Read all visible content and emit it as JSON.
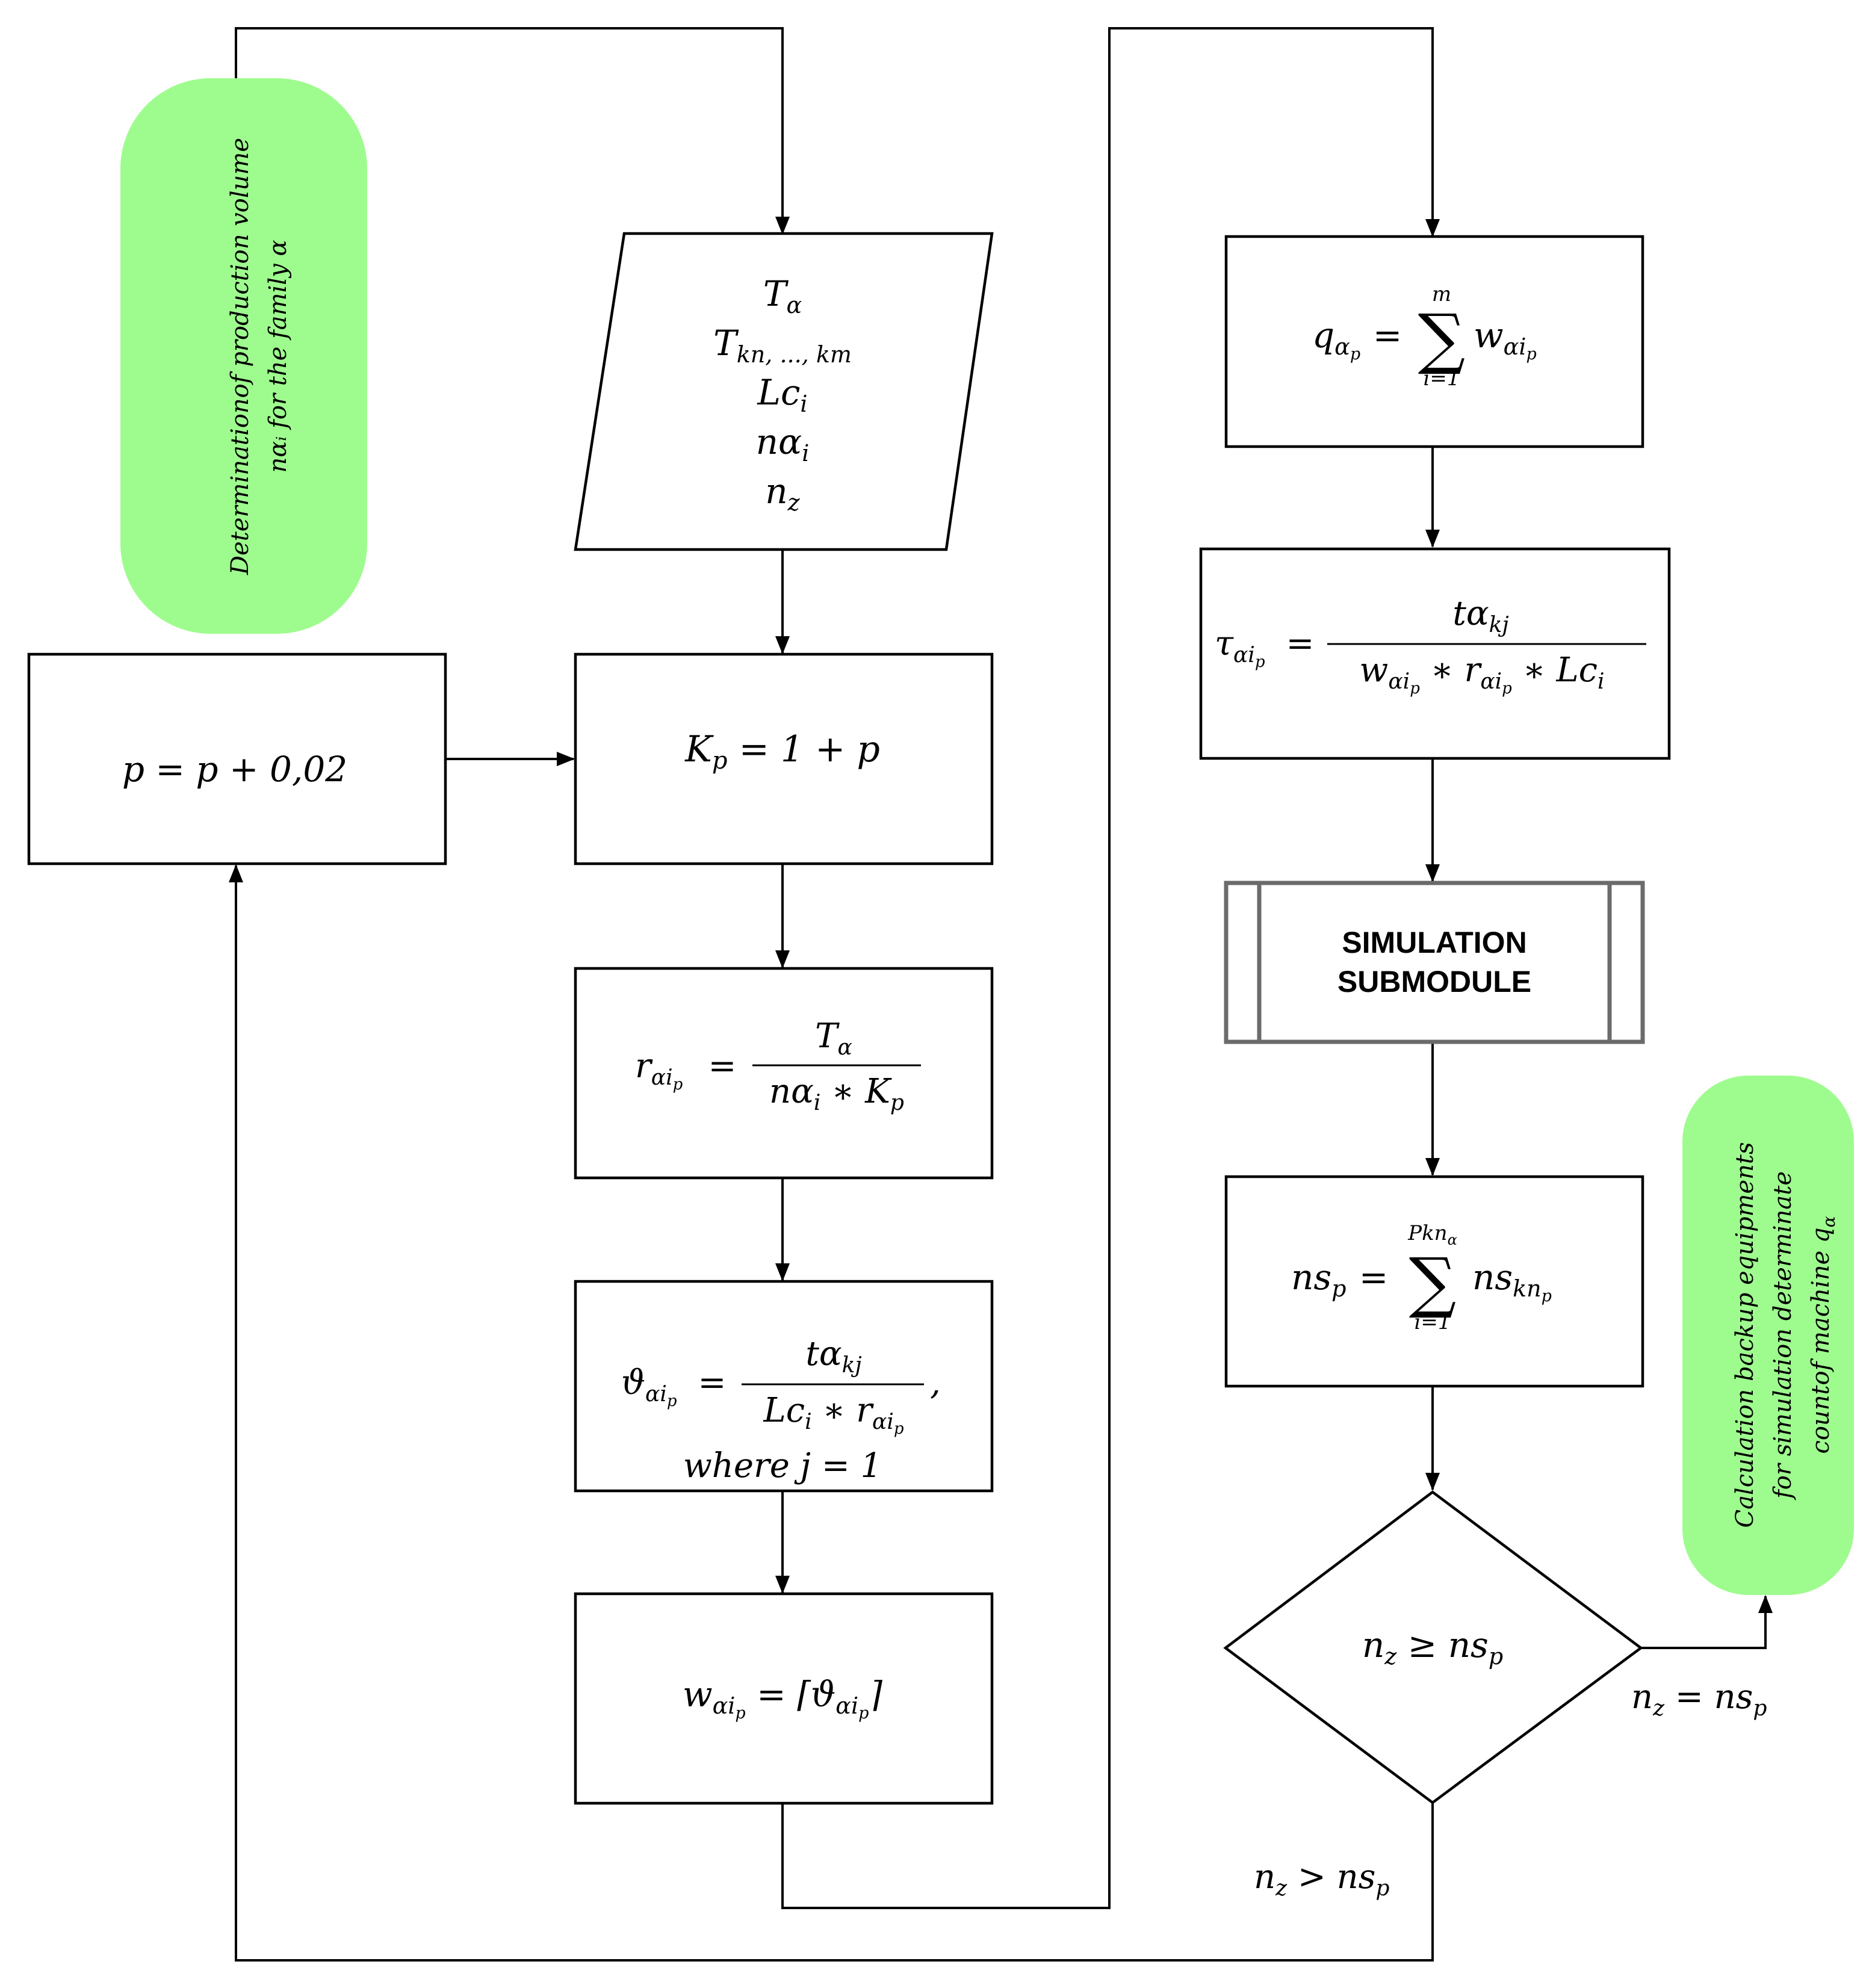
{
  "terminators": {
    "start": {
      "line1": "Determinationof production volume",
      "line2": "nαᵢ for the family α"
    },
    "end": {
      "line1": "Calculation backup equipments",
      "line2": "for simulation determinate",
      "line3": "countof machine q",
      "line3_sub": "α"
    }
  },
  "input": {
    "l1": "T",
    "l1_sub": "α",
    "l2": "T",
    "l2_sub": "kn, ..., km",
    "l3": "Lc",
    "l3_sub": "i",
    "l4": "nα",
    "l4_sub": "i",
    "l5": "n",
    "l5_sub": "z"
  },
  "boxes": {
    "p_update": {
      "formula": "p = p + 0,02"
    },
    "kp": {
      "formula": "K",
      "sub": "p",
      "rest": " = 1 + p"
    },
    "r": {
      "lhs": "r",
      "lhs_sub": "αi",
      "lhs_subsub": "p",
      "eq": "=",
      "num": "T",
      "num_sub": "α",
      "den": "nα",
      "den_sub": "i",
      "den_mid": " ∗ K",
      "den_sub2": "p"
    },
    "theta": {
      "lhs": "ϑ",
      "lhs_sub": "αi",
      "lhs_subsub": "p",
      "eq": "=",
      "num": "tα",
      "num_sub": "kj",
      "den": "Lc",
      "den_sub": "i",
      "den_mid": " ∗ r",
      "den_sub2": "αi",
      "den_subsub2": "p",
      "comma": ",",
      "where": "where j = 1"
    },
    "w": {
      "lhs": "w",
      "lhs_sub": "αi",
      "lhs_subsub": "p",
      "eq": "=",
      "rhs": "⌈ϑ",
      "rhs_sub": "αi",
      "rhs_subsub": "p",
      "rhs_end": "⌉"
    },
    "q": {
      "lhs": "q",
      "lhs_sub": "α",
      "lhs_subsub": "p",
      "eq": "=",
      "sigma": "∑",
      "sigma_top": "m",
      "sigma_bottom": "i=1",
      "rhs": "w",
      "rhs_sub": "αi",
      "rhs_subsub": "p"
    },
    "tau": {
      "lhs": "τ",
      "lhs_sub": "αi",
      "lhs_subsub": "p",
      "eq": "=",
      "num": "tα",
      "num_sub": "kj",
      "den1": "w",
      "den1_sub": "αi",
      "den1_subsub": "p",
      "den_star1": "∗",
      "den2": "r",
      "den2_sub": "αi",
      "den2_subsub": "p",
      "den_star2": "∗",
      "den3": "Lc",
      "den3_sub": "i"
    },
    "simulation": {
      "line1": "SIMULATION",
      "line2": "SUBMODULE"
    },
    "ns": {
      "lhs": "ns",
      "lhs_sub": "p",
      "eq": "=",
      "sigma": "∑",
      "sigma_top": "Pkn",
      "sigma_top_sub": "α",
      "sigma_bottom": "i=1",
      "rhs": "ns",
      "rhs_sub": "kn",
      "rhs_subsub": "p"
    }
  },
  "decision": {
    "lhs": "n",
    "lhs_sub": "z",
    "op": " ≥ ",
    "rhs": "ns",
    "rhs_sub": "p"
  },
  "edge_labels": {
    "equal": {
      "lhs": "n",
      "lhs_sub": "z",
      "op": " = ",
      "rhs": "ns",
      "rhs_sub": "p"
    },
    "greater": {
      "lhs": "n",
      "lhs_sub": "z",
      "op": " > ",
      "rhs": "ns",
      "rhs_sub": "p"
    }
  },
  "colors": {
    "terminator_fill": "#9efc8e",
    "simulation_border": "#6b6b6b"
  }
}
